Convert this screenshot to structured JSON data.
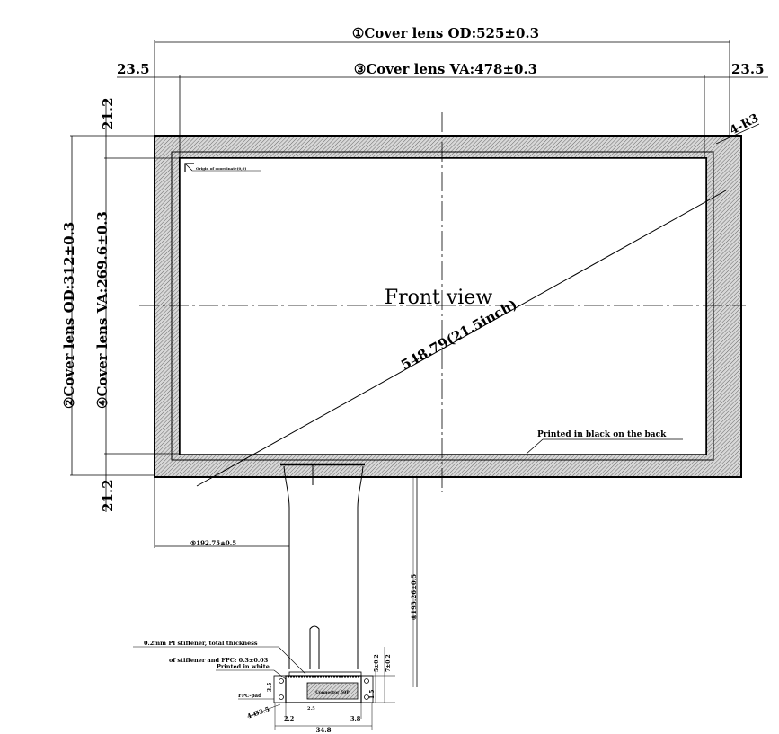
{
  "labels": {
    "cover_od_width": "①Cover lens OD:525±0.3",
    "cover_va_width": "③Cover lens VA:478±0.3",
    "margin_left": "23.5",
    "margin_right": "23.5",
    "margin_top": "21.2",
    "margin_bottom": "21.2",
    "cover_od_height": "②Cover lens OD:312±0.3",
    "cover_va_height": "④Cover lens VA:269.6±0.3",
    "corner_radius": "4-R3",
    "front_view": "Front view",
    "diagonal": "548.79(21.5inch)",
    "printed_back": "Printed in black on the back",
    "origin_note": "Origin of coordinate(0,0)",
    "fpc_offset_x": "⑤192.75±0.5",
    "fpc_length": "⑥193.26±0.5",
    "stiffener_note_1": "0.2mm PI stiffener, total thickness",
    "stiffener_note_2": "of stiffener and FPC: 0.3±0.03",
    "printed_white": "Printed in white",
    "dim_5": "5±0.2",
    "dim_7": "7±0.2",
    "dim_3_5": "3.5",
    "dim_2_5": "2.5",
    "dim_1_5": "1.5",
    "hole_note": "4-Ø3.5",
    "pad_label": "FPC-pad",
    "dim_2_2": "2.2",
    "dim_3_8": "3.8",
    "dim_34_8": "34.8",
    "conn_label": "Connector 50P"
  }
}
